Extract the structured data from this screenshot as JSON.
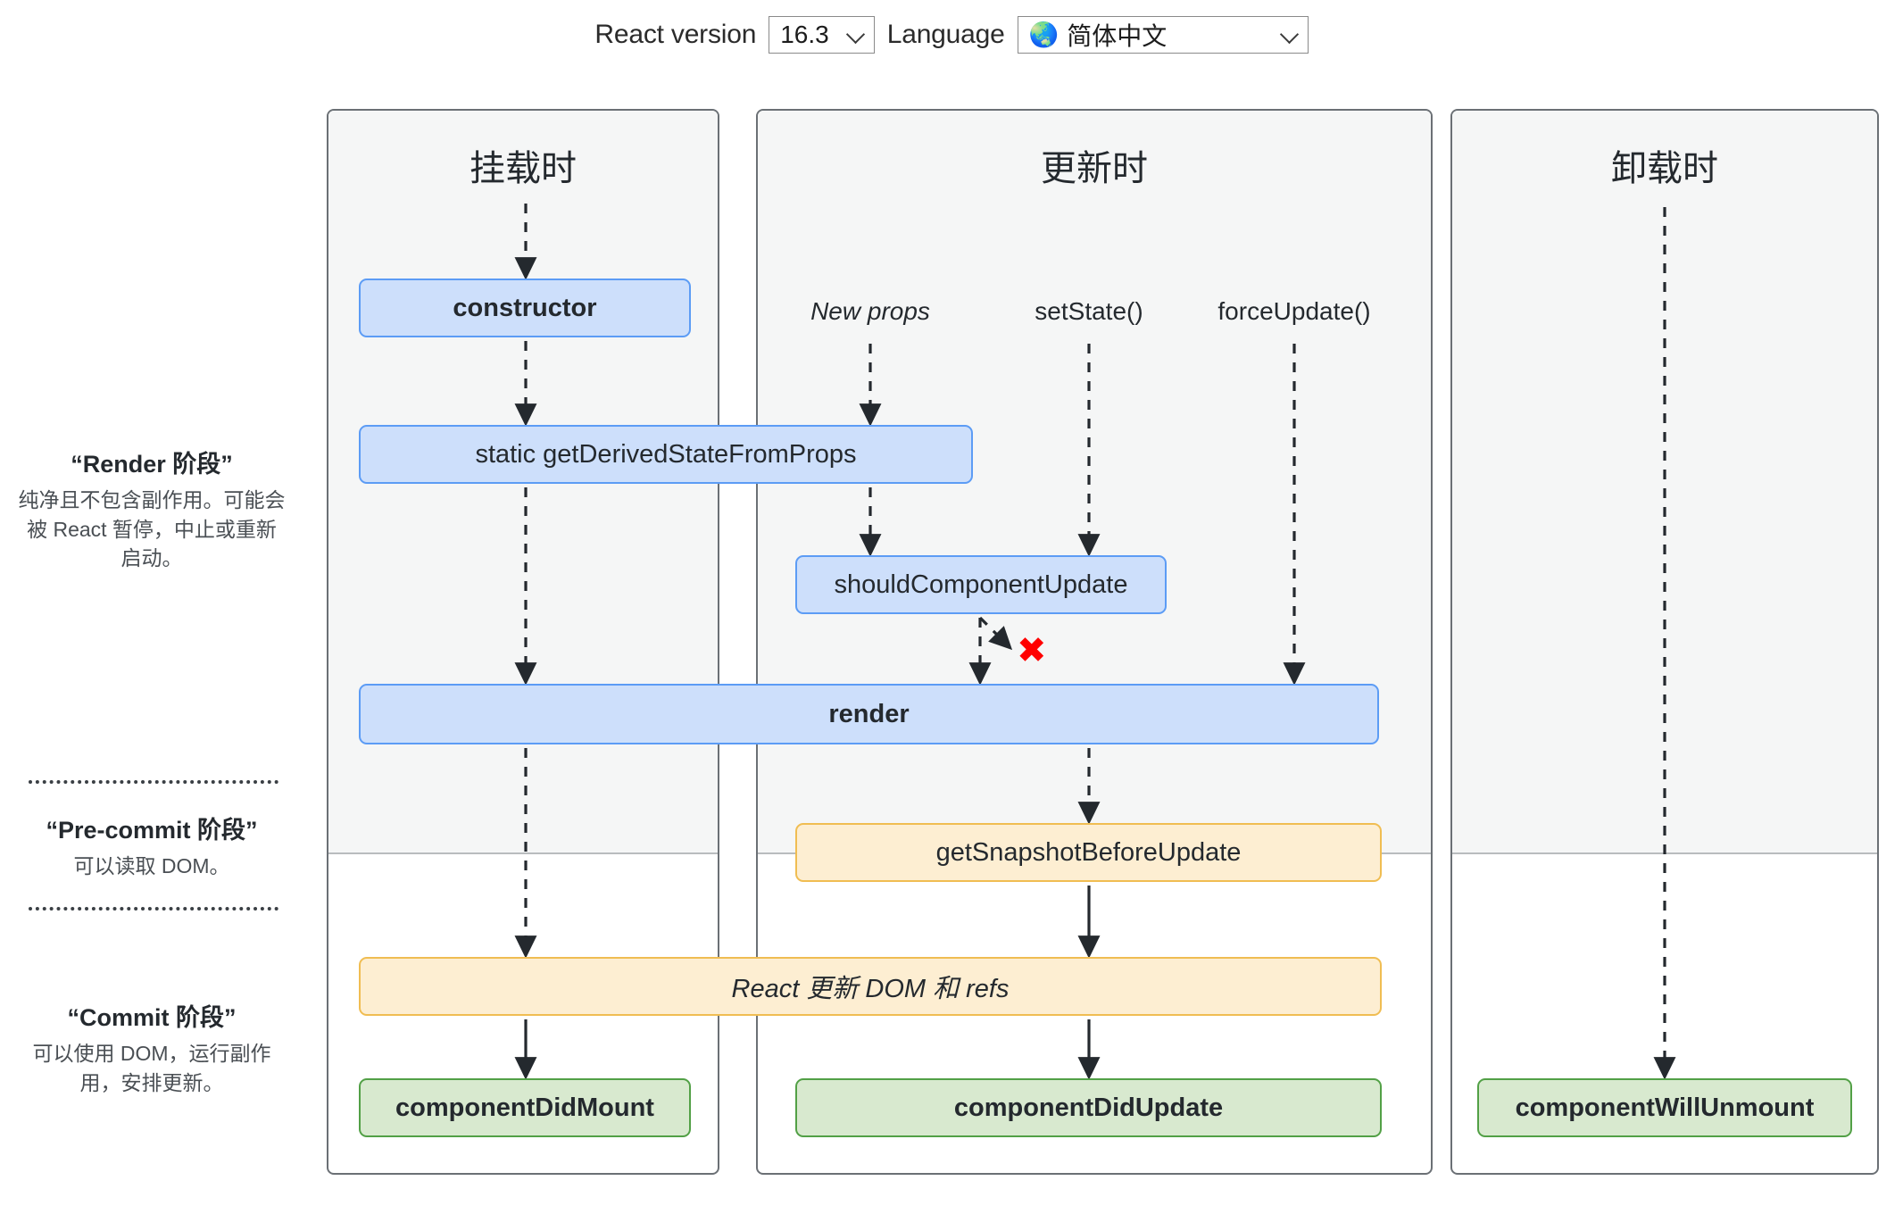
{
  "controls": {
    "react_version_label": "React version",
    "react_version_value": "16.3",
    "language_label": "Language",
    "language_globe_icon": "globe-icon",
    "language_value": "简体中文"
  },
  "phases": [
    {
      "id": "render",
      "title": "“Render 阶段”",
      "desc": "纯净且不包含副作用。可能会被 React 暂停，中止或重新启动。"
    },
    {
      "id": "pre-commit",
      "title": "“Pre-commit 阶段”",
      "desc": "可以读取 DOM。"
    },
    {
      "id": "commit",
      "title": "“Commit 阶段”",
      "desc": "可以使用 DOM，运行副作用，安排更新。"
    }
  ],
  "columns": [
    {
      "id": "mounting",
      "title": "挂载时"
    },
    {
      "id": "updating",
      "title": "更新时"
    },
    {
      "id": "unmounting",
      "title": "卸载时"
    }
  ],
  "triggers": [
    {
      "id": "new-props",
      "label": "New props",
      "italic": true
    },
    {
      "id": "set-state",
      "label": "setState()",
      "italic": false
    },
    {
      "id": "force-update",
      "label": "forceUpdate()",
      "italic": false
    }
  ],
  "nodes": [
    {
      "id": "constructor",
      "label": "constructor",
      "color": "blue",
      "bold": true
    },
    {
      "id": "get-derived-state-from-props",
      "label": "static getDerivedStateFromProps",
      "color": "blue",
      "bold": false
    },
    {
      "id": "should-component-update",
      "label": "shouldComponentUpdate",
      "color": "blue",
      "bold": false
    },
    {
      "id": "render",
      "label": "render",
      "color": "blue",
      "bold": true
    },
    {
      "id": "get-snapshot-before-update",
      "label": "getSnapshotBeforeUpdate",
      "color": "orange",
      "bold": false
    },
    {
      "id": "react-updates-dom-and-refs",
      "label": "React 更新 DOM 和 refs",
      "color": "orange",
      "bold": false,
      "italic": true
    },
    {
      "id": "component-did-mount",
      "label": "componentDidMount",
      "color": "green",
      "bold": true
    },
    {
      "id": "component-did-update",
      "label": "componentDidUpdate",
      "color": "green",
      "bold": true
    },
    {
      "id": "component-will-unmount",
      "label": "componentWillUnmount",
      "color": "green",
      "bold": true
    }
  ],
  "annotations": {
    "skip_update_mark": "✖"
  },
  "colors": {
    "blue_fill": "#cddffb",
    "blue_border": "#5c9cf5",
    "orange_fill": "#fdeed2",
    "orange_border": "#f0bd52",
    "green_fill": "#d8e9cf",
    "green_border": "#52a046",
    "column_border": "#6b7075",
    "column_shade": "#f5f6f6",
    "skip_mark": "#ff0000"
  }
}
